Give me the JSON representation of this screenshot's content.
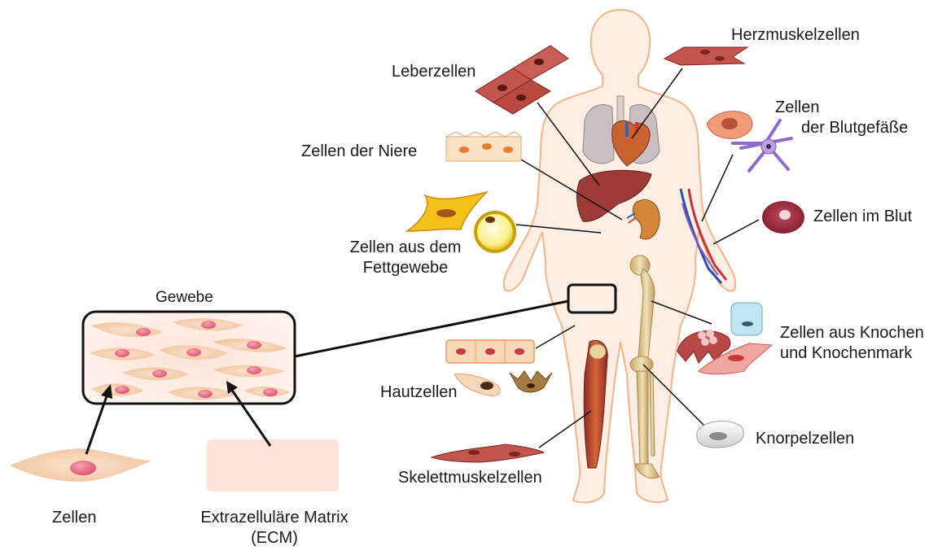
{
  "labels": {
    "heart": "Herzmuskelzellen",
    "liver": "Leberzellen",
    "kidney": "Zellen der Niere",
    "fat_line1": "Zellen aus dem",
    "fat_line2": "Fettgewebe",
    "vessels_line1": "Zellen",
    "vessels_line2": "der Blutgefäße",
    "blood": "Zellen im Blut",
    "bone_line1": "Zellen aus Knochen",
    "bone_line2": "und Knochenmark",
    "skin": "Hautzellen",
    "cartilage": "Knorpelzellen",
    "skeletal": "Skelettmuskelzellen",
    "tissue": "Gewebe",
    "cells": "Zellen",
    "ecm_line1": "Extrazelluläre Matrix",
    "ecm_line2": "(ECM)"
  },
  "colors": {
    "skin_outline": "#f2b48a",
    "skin_fill": "#fdeee3",
    "muscle": "#b8483f",
    "cell_fill": "#f8d6b8",
    "nucleus": "#e4607a",
    "fat_yellow": "#f4c21b",
    "bone": "#e8d3a0",
    "ecm": "#fde0d2"
  }
}
